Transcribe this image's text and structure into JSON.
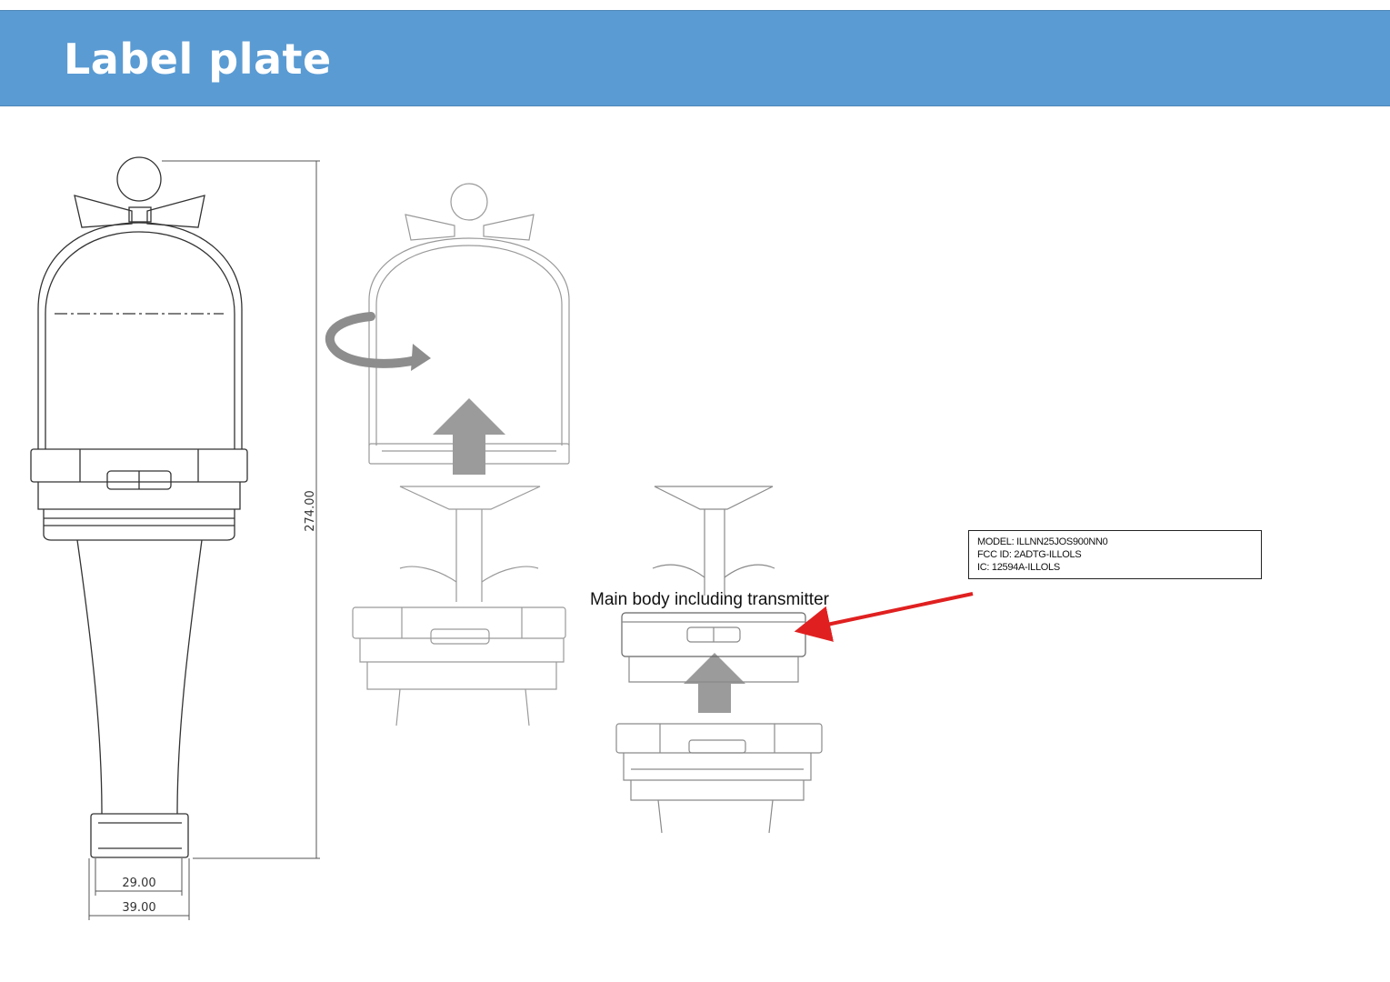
{
  "slide": {
    "title": "Label plate"
  },
  "dimensions": {
    "height": "274.00",
    "inner_width": "29.00",
    "outer_width": "39.00"
  },
  "callout": {
    "text": "Main body including transmitter",
    "arrow_color": "#e02020"
  },
  "label_plate": {
    "lines": [
      "MODEL: ILLNN25JOS900NN0",
      "FCC ID: 2ADTG-ILLOLS",
      "IC: 12594A-ILLOLS"
    ]
  },
  "colors": {
    "title_bar": "#5a9bd3",
    "title_text": "#ffffff",
    "line_drawing": "#333333",
    "faded_drawing": "#9a9a9a",
    "grey_arrow": "#9b9b9b"
  },
  "icons": {
    "rotate_arrow": "curved-rotate-arrow-icon",
    "up_arrow": "up-arrow-icon",
    "pointer_arrow": "red-pointer-arrow-icon"
  }
}
